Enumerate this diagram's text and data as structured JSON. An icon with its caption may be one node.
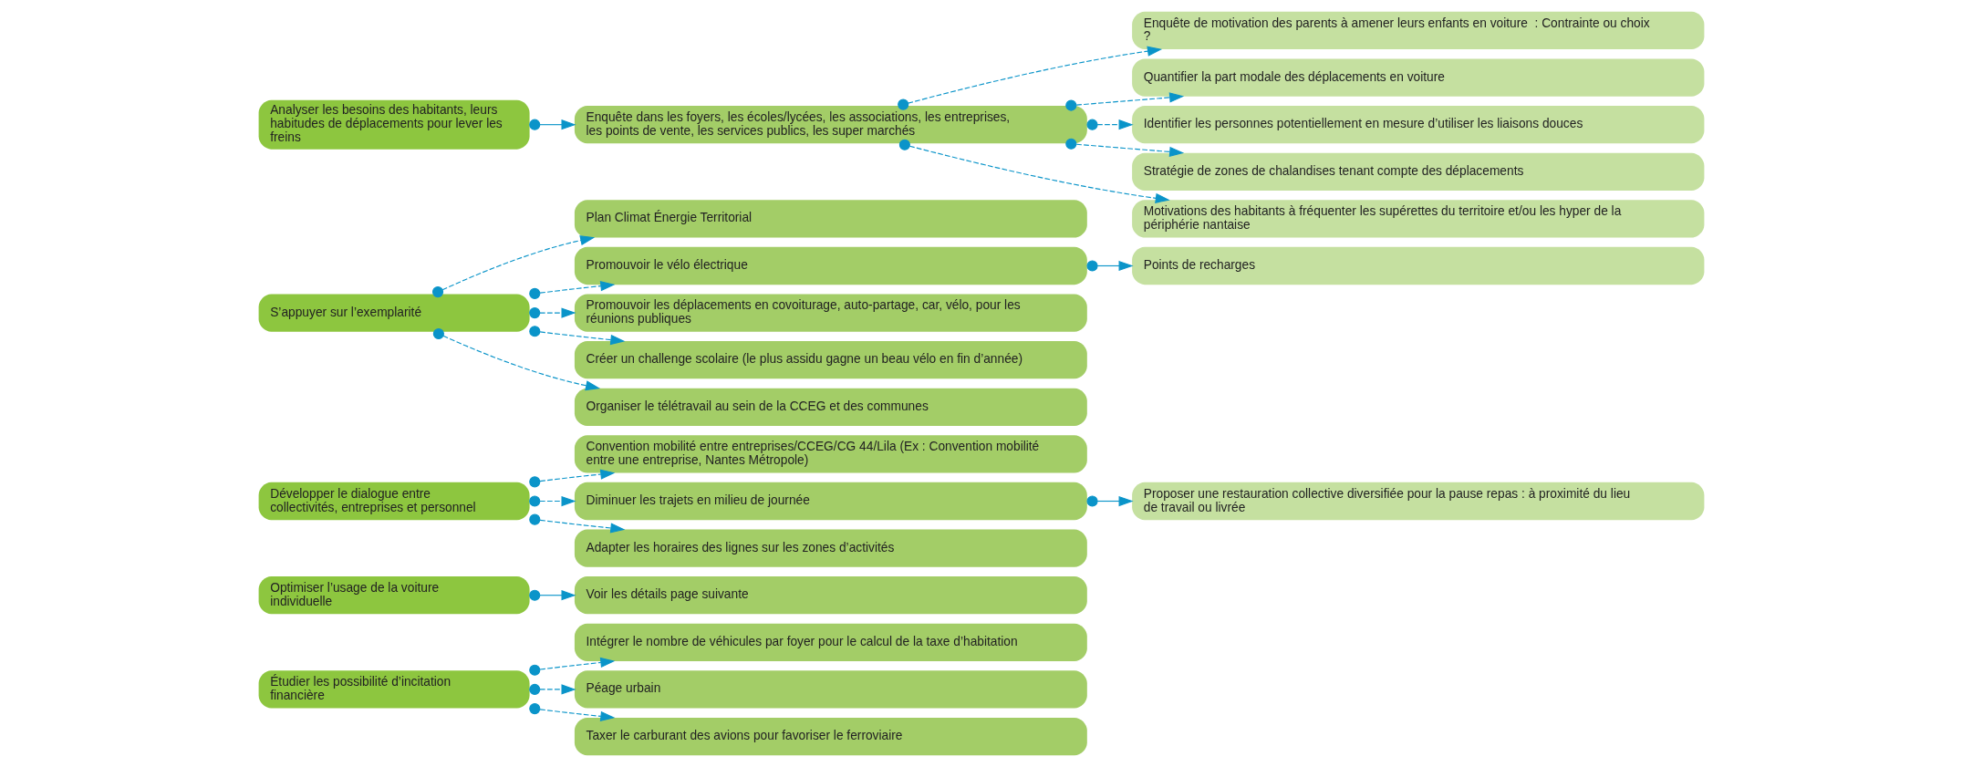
{
  "diagram": {
    "nodes": [
      {
        "text": [
          "Analyser les besoins des habitants, leurs habitudes de déplacements pour lever les freins"
        ]
      },
      {
        "text": [
          "Enquête dans les foyers, les écoles/lycées, les associations, les entreprises, les points de vente, les services publics, les super marchés"
        ]
      },
      {
        "text": [
          "Enquête de motivation des parents à amener leurs enfants en voiture  : Contrainte ou choix ?"
        ]
      },
      {
        "text": [
          "Quantifier la part modale des déplacements en voiture"
        ]
      },
      {
        "text": [
          "Identifier les personnes potentiellement en mesure d’utiliser les liaisons douces"
        ]
      },
      {
        "text": [
          "Stratégie de zones de chalandises tenant compte des déplacements"
        ]
      },
      {
        "text": [
          "Motivations des habitants à fréquenter les supérettes du territoire et/ou les hyper de la périphérie nantaise"
        ]
      },
      {
        "text": [
          "S’appuyer sur l’exemplarité"
        ]
      },
      {
        "text": [
          "Plan Climat Énergie Territorial"
        ]
      },
      {
        "text": [
          "Promouvoir le vélo électrique"
        ]
      },
      {
        "text": [
          "Promouvoir les déplacements en covoiturage, auto-partage, car, vélo, pour les réunions publiques"
        ]
      },
      {
        "text": [
          "Créer un challenge scolaire (le plus assidu gagne un beau vélo en fin d’année)"
        ]
      },
      {
        "text": [
          "Organiser le télétravail au sein de la CCEG et des communes"
        ]
      },
      {
        "text": [
          "Points de recharges"
        ]
      },
      {
        "text": [
          "Développer le dialogue entre collectivités, entreprises et personnel"
        ]
      },
      {
        "text": [
          "Convention mobilité entre entreprises/CCEG/CG 44/Lila (Ex : Convention mobilité entre une entreprise, Nantes Métropole)"
        ]
      },
      {
        "text": [
          "Diminuer les trajets en milieu de journée"
        ]
      },
      {
        "text": [
          "Adapter les horaires des lignes sur les zones d’activités"
        ]
      },
      {
        "text": [
          "Proposer une restauration collective diversifiée pour la pause repas : à proximité du lieu de travail ou livrée"
        ]
      },
      {
        "text": [
          "Optimiser l’usage de la voiture individuelle"
        ]
      },
      {
        "text": [
          "Voir les détails page suivante"
        ]
      },
      {
        "text": [
          "Étudier les possibilité d’incitation financière"
        ]
      },
      {
        "text": [
          "Intégrer le nombre de véhicules par foyer pour le calcul de la taxe d’habitation"
        ]
      },
      {
        "text": [
          "Péage urbain"
        ]
      },
      {
        "text": [
          "Taxer le carburant des avions pour favoriser le ferroviaire"
        ]
      }
    ],
    "edges": [
      {
        "from": 0,
        "to": 1,
        "arrow": "to"
      },
      {
        "from": 1,
        "to": 2,
        "arrow": "to",
        "style": "dashed"
      },
      {
        "from": 1,
        "to": 3,
        "arrow": "to",
        "style": "dashed"
      },
      {
        "from": 1,
        "to": 4,
        "arrow": "to",
        "style": "dashed"
      },
      {
        "from": 1,
        "to": 5,
        "arrow": "to",
        "style": "dashed"
      },
      {
        "from": 1,
        "to": 6,
        "arrow": "to",
        "style": "dashed"
      },
      {
        "from": 7,
        "to": 8,
        "arrow": "to",
        "style": "dashed"
      },
      {
        "from": 7,
        "to": 9,
        "arrow": "to",
        "style": "dashed"
      },
      {
        "from": 7,
        "to": 10,
        "arrow": "to",
        "style": "dashed"
      },
      {
        "from": 7,
        "to": 11,
        "arrow": "to",
        "style": "dashed"
      },
      {
        "from": 7,
        "to": 12,
        "arrow": "to",
        "style": "dashed"
      },
      {
        "from": 9,
        "to": 13,
        "arrow": "to"
      },
      {
        "from": 14,
        "to": 15,
        "arrow": "to",
        "style": "dashed"
      },
      {
        "from": 14,
        "to": 16,
        "arrow": "to",
        "style": "dashed"
      },
      {
        "from": 14,
        "to": 17,
        "arrow": "to",
        "style": "dashed"
      },
      {
        "from": 16,
        "to": 18,
        "arrow": "to"
      },
      {
        "from": 19,
        "to": 20,
        "arrow": "to"
      },
      {
        "from": 21,
        "to": 22,
        "arrow": "to",
        "style": "dashed"
      },
      {
        "from": 21,
        "to": 23,
        "arrow": "to",
        "style": "dashed"
      },
      {
        "from": 21,
        "to": 24,
        "arrow": "to",
        "style": "dashed"
      }
    ]
  }
}
